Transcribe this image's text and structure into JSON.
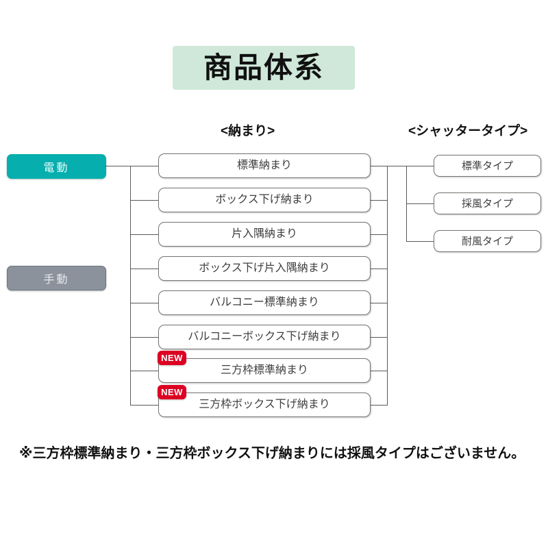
{
  "title": {
    "text": "商品体系",
    "background_color": "#cfe8da"
  },
  "headers": {
    "osamari": "<納まり>",
    "shutter_type": "<シャッタータイプ>"
  },
  "modes": [
    {
      "label": "電動",
      "color": "#06aeae",
      "text_color": "#eafcfc"
    },
    {
      "label": "手動",
      "color": "#8b929c",
      "text_color": "#e8eaee"
    }
  ],
  "osamari_items": [
    {
      "label": "標準納まり",
      "badge": ""
    },
    {
      "label": "ボックス下げ納まり",
      "badge": ""
    },
    {
      "label": "片入隅納まり",
      "badge": ""
    },
    {
      "label": "ボックス下げ片入隅納まり",
      "badge": ""
    },
    {
      "label": "バルコニー標準納まり",
      "badge": ""
    },
    {
      "label": "バルコニーボックス下げ納まり",
      "badge": ""
    },
    {
      "label": "三方枠標準納まり",
      "badge": "NEW"
    },
    {
      "label": "三方枠ボックス下げ納まり",
      "badge": "NEW"
    }
  ],
  "shutter_types": [
    {
      "label": "標準タイプ"
    },
    {
      "label": "採風タイプ"
    },
    {
      "label": "耐風タイプ"
    }
  ],
  "footnote": "※三方枠標準納まり・三方枠ボックス下げ納まりには採風タイプはございません。",
  "badge": {
    "new_label": "NEW",
    "color": "#dd0022"
  }
}
